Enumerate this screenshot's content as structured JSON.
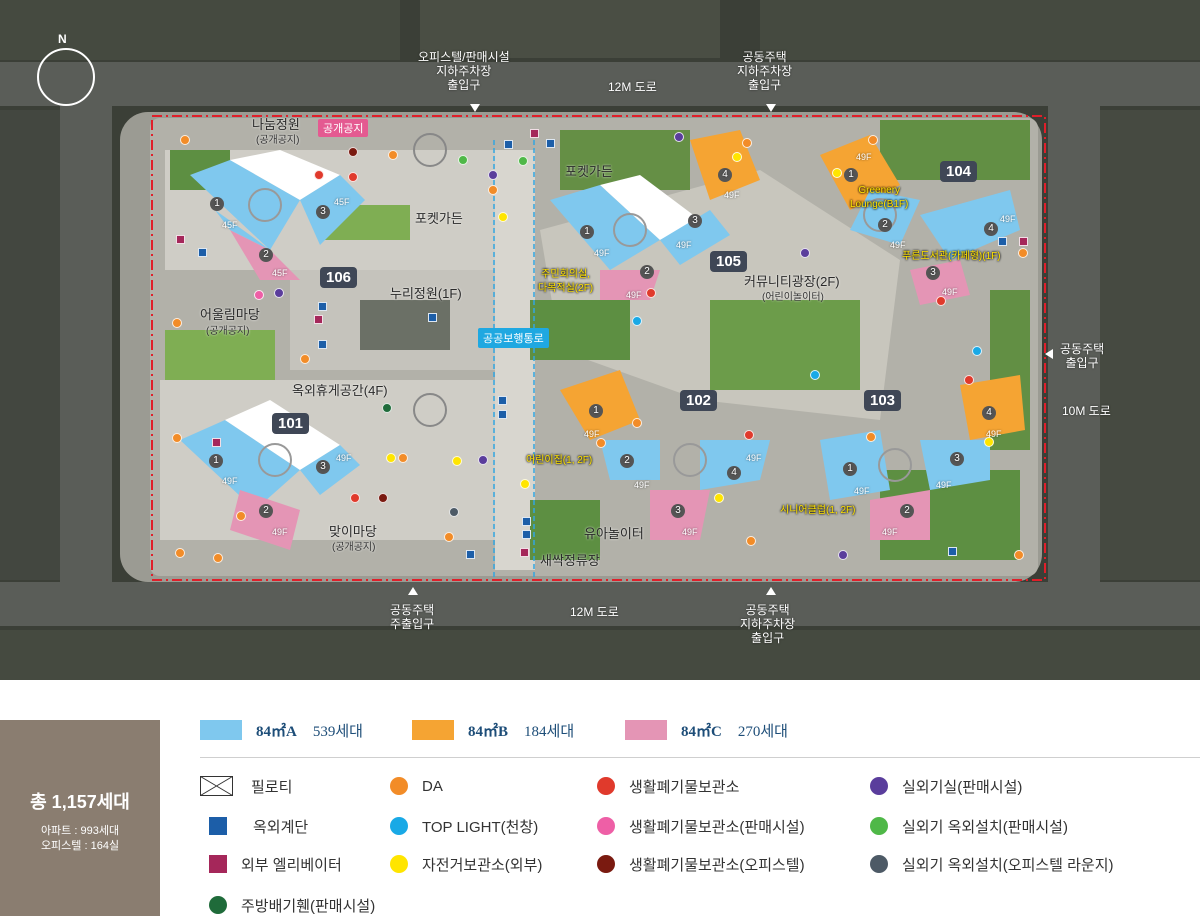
{
  "map": {
    "compass_label": "N",
    "roads": {
      "top": "12M 도로",
      "bottom": "12M 도로",
      "right": "10M 도로"
    },
    "entrances": {
      "officetel_parking": "오피스텔/판매시설\n지하주차장\n출입구",
      "top_parking": "공동주택\n지하주차장\n출입구",
      "right_entrance": "공동주택\n출입구",
      "bottom_in_out": "공동주택\n주출입구",
      "bottom_parking": "공동주택\n지하주차장\n출입구"
    },
    "buildings": [
      "101",
      "102",
      "103",
      "104",
      "105",
      "106"
    ],
    "places": {
      "nanum_garden": "나눔정원",
      "nanum_garden_sub": "(공개공지)",
      "public_space_tag": "공개공지",
      "pocket_garden_left": "포켓가든",
      "pocket_garden_right": "포켓가든",
      "nuri_garden": "누리정원(1F)",
      "public_walkway": "공공보행통로",
      "eoullim_madang": "어울림마당",
      "eoullim_madang_sub": "(공개공지)",
      "outdoor_rest": "옥외휴게공간(4F)",
      "maji_madang": "맞이마당",
      "maji_madang_sub": "(공개공지)",
      "community_plaza": "커뮤니티광장(2F)",
      "community_plaza_sub": "(어린이놀이터)",
      "resident_hall": "주민회의실,\n다목적실(2F)",
      "daycare": "어린이집(1, 2F)",
      "kids_playground": "유아놀이터",
      "saessak": "새싹정류장",
      "senior_club": "시니어클럽(1, 2F)",
      "greenery_lounge": "Greenery\nLounge(B1F)",
      "library": "푸른도서관(카페형)(1F)"
    },
    "floor_label": "49F",
    "floor_label_45": "45F",
    "line_numbers": [
      "1",
      "2",
      "3",
      "4"
    ]
  },
  "legend": {
    "total": {
      "title": "총 1,157세대",
      "apartment": "아파트 : 993세대",
      "officetel": "오피스텔 : 164실"
    },
    "unit_types": [
      {
        "type": "84㎡A",
        "count": "539세대",
        "color": "#7fc8ee"
      },
      {
        "type": "84㎡B",
        "count": "184세대",
        "color": "#f5a433"
      },
      {
        "type": "84㎡C",
        "count": "270세대",
        "color": "#e495b5"
      }
    ],
    "items": [
      {
        "label": "필로티",
        "icon": "piloti-icon",
        "color": "#333333"
      },
      {
        "label": "옥외계단",
        "icon": "square-icon",
        "color": "#1c5ea8"
      },
      {
        "label": "외부 엘리베이터",
        "icon": "square-icon",
        "color": "#a5275a"
      },
      {
        "label": "주방배기휀(판매시설)",
        "icon": "circle-icon",
        "color": "#1f6b3a"
      },
      {
        "label": "DA",
        "icon": "circle-icon",
        "color": "#f28c28"
      },
      {
        "label": "TOP LIGHT(천창)",
        "icon": "circle-icon",
        "color": "#19a9e6"
      },
      {
        "label": "자전거보관소(외부)",
        "icon": "circle-icon",
        "color": "#ffe500"
      },
      {
        "label": "생활폐기물보관소",
        "icon": "circle-icon",
        "color": "#e03a2c"
      },
      {
        "label": "생활폐기물보관소(판매시설)",
        "icon": "circle-icon",
        "color": "#ee5fa6"
      },
      {
        "label": "생활폐기물보관소(오피스텔)",
        "icon": "circle-icon",
        "color": "#7a1a10"
      },
      {
        "label": "실외기실(판매시설)",
        "icon": "circle-icon",
        "color": "#5a3d9c"
      },
      {
        "label": "실외기 옥외설치(판매시설)",
        "icon": "circle-icon",
        "color": "#4fb848"
      },
      {
        "label": "실외기 옥외설치(오피스텔 라운지)",
        "icon": "circle-icon",
        "color": "#4d5a66"
      }
    ]
  }
}
